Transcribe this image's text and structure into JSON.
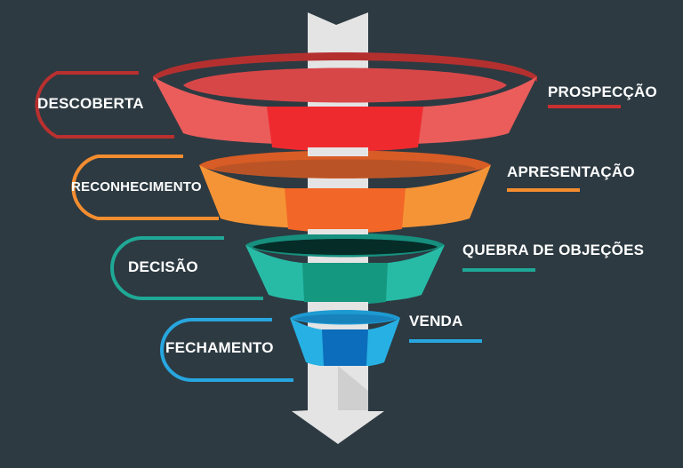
{
  "stages": [
    {
      "left_label": "DESCOBERTA",
      "right_label": "PROSPECÇÃO",
      "colors": {
        "side": "#ea5d5b",
        "front": "#ef2a2e",
        "rim": "#b4302f",
        "inner": "#d84748",
        "bracket": "#b9302f",
        "line": "#c9302f"
      }
    },
    {
      "left_label": "RECONHECIMENTO",
      "right_label": "APRESENTAÇÃO",
      "colors": {
        "side": "#f59436",
        "front": "#f26627",
        "rim": "#d85c25",
        "inner": "#ba5427",
        "bracket": "#f38d30",
        "line": "#f38d30"
      }
    },
    {
      "left_label": "DECISÃO",
      "right_label": "QUEBRA DE OBJEÇÕES",
      "colors": {
        "side": "#27bba6",
        "front": "#159880",
        "rim": "#178f7e",
        "inner": "#062c27",
        "bracket": "#1fa896",
        "line": "#1fa896"
      }
    },
    {
      "left_label": "FECHAMENTO",
      "right_label": "VENDA",
      "colors": {
        "side": "#27b0e4",
        "front": "#0c6dbc",
        "rim": "#1e9ad2",
        "inner": "#1782bb",
        "bracket": "#27a6df",
        "line": "#27a6df"
      }
    }
  ]
}
